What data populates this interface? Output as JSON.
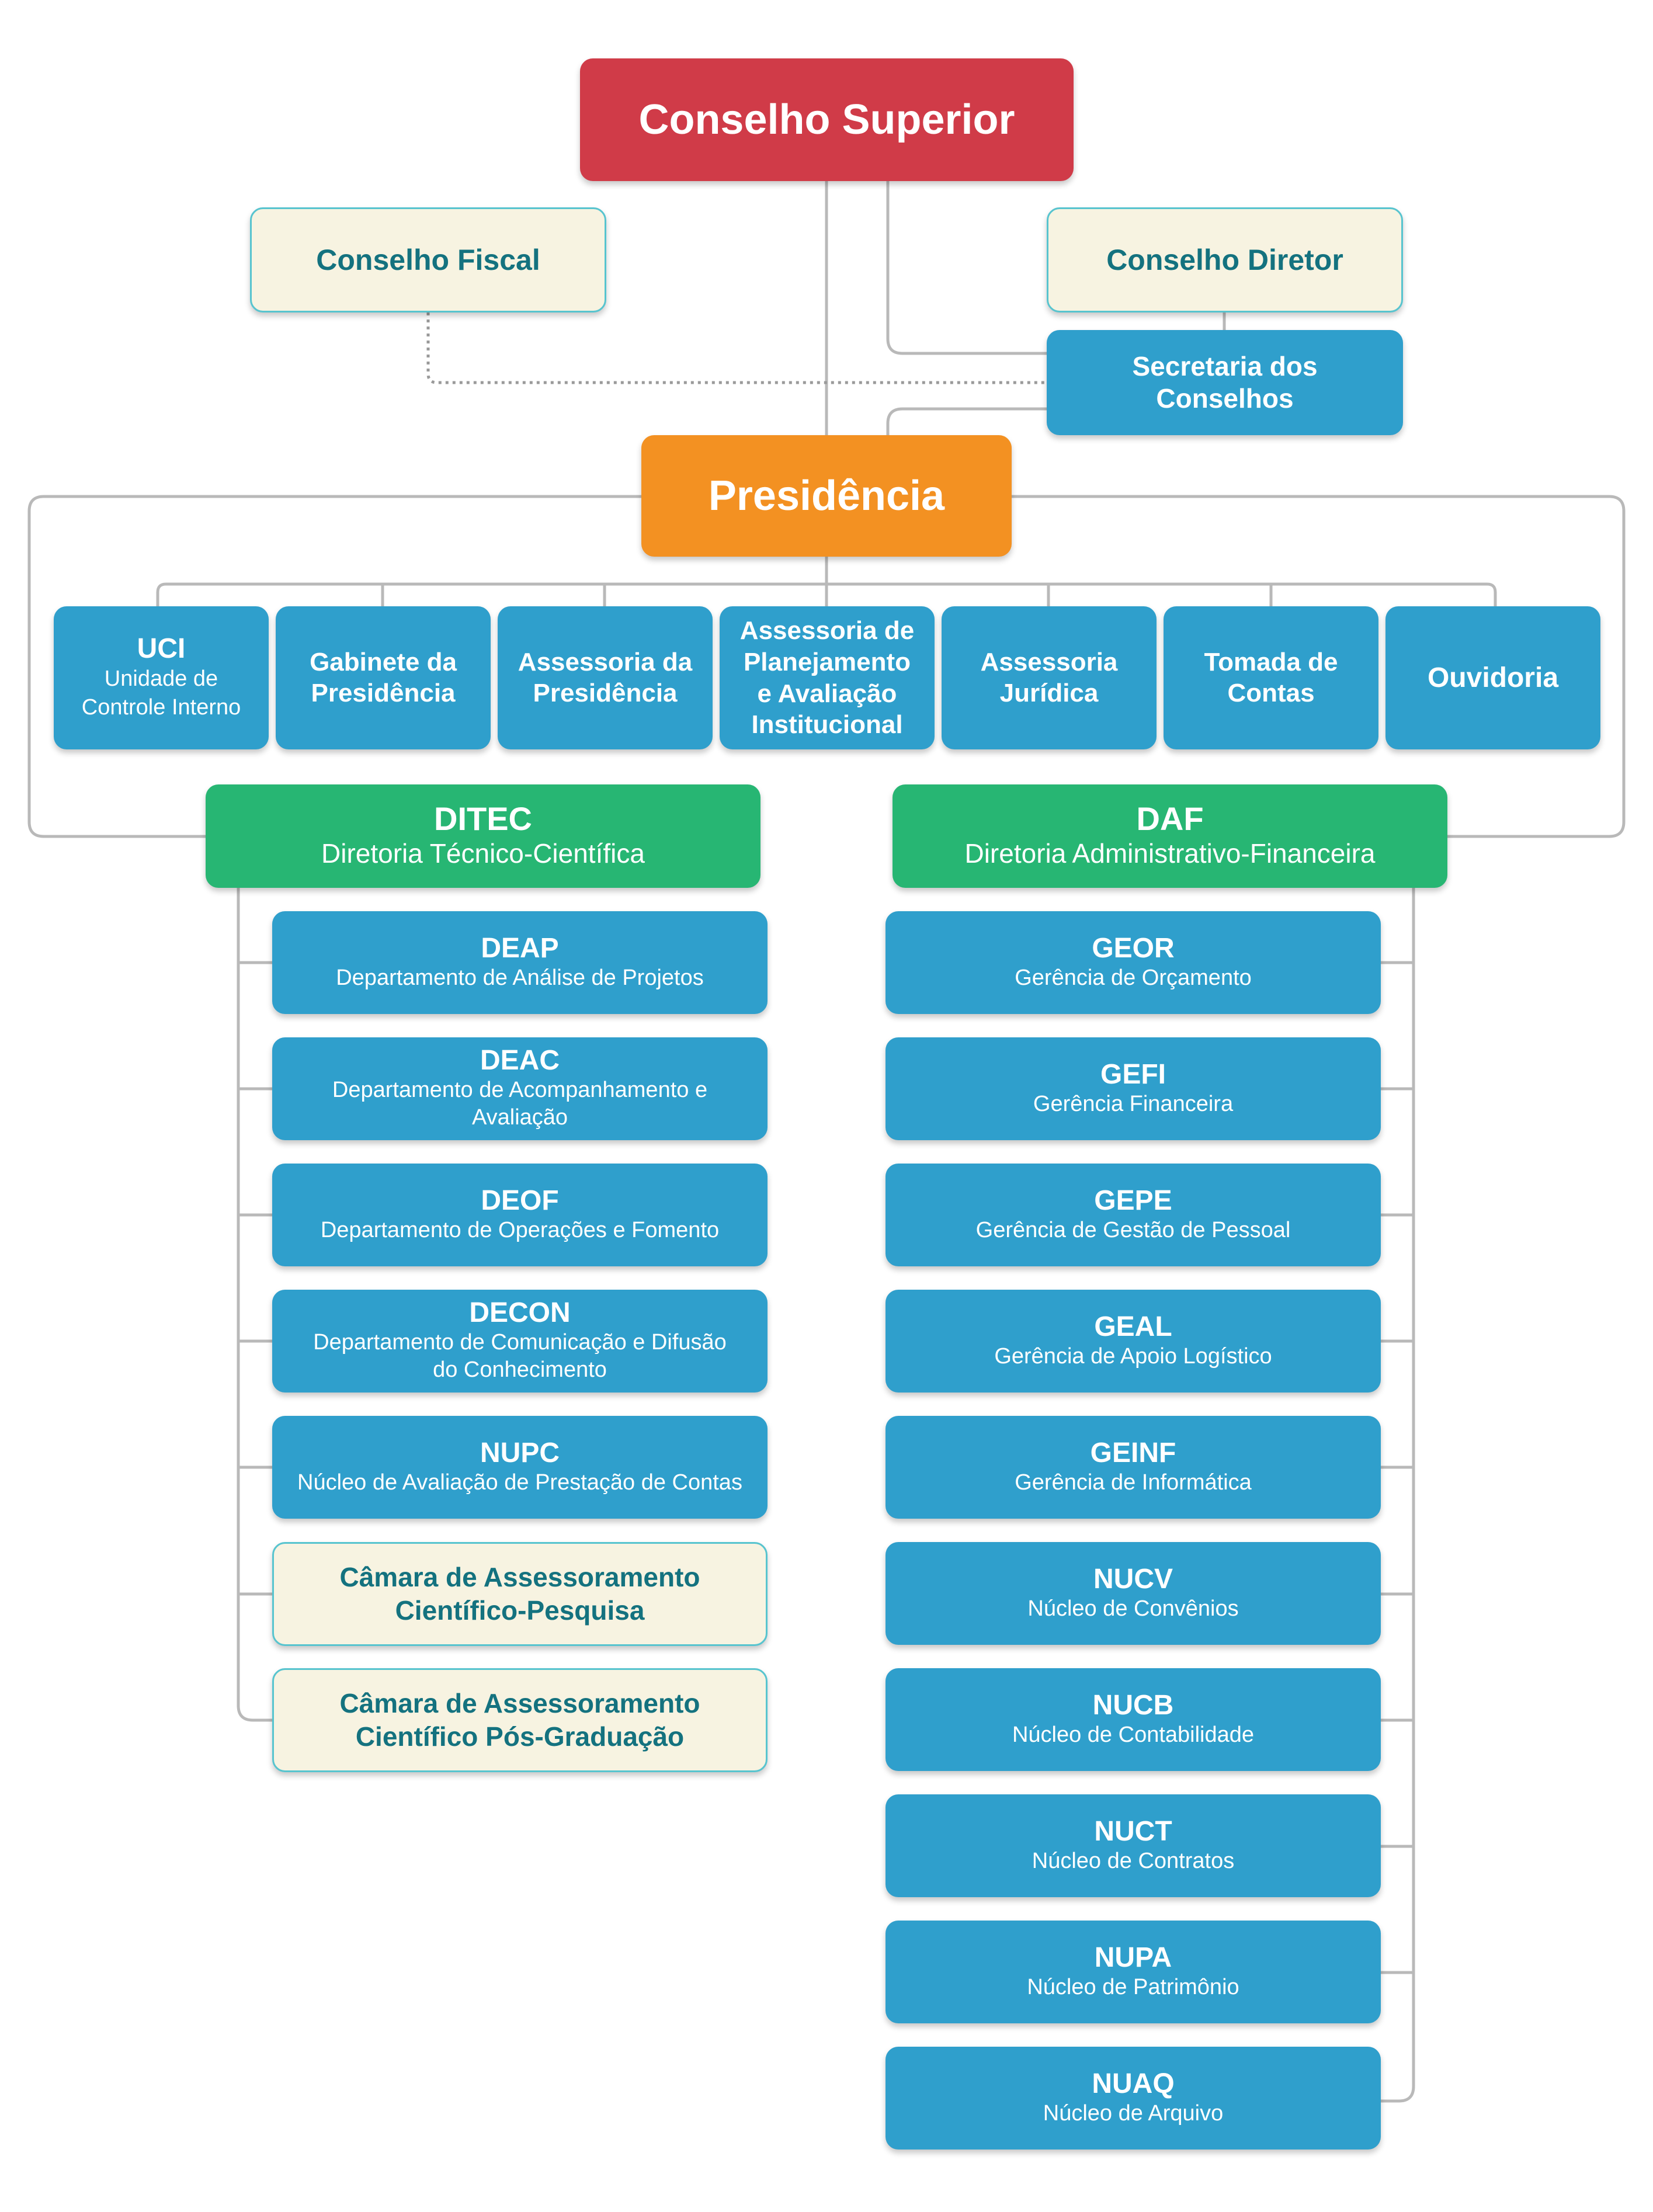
{
  "conselho_superior": "Conselho Superior",
  "conselho_fiscal": "Conselho Fiscal",
  "conselho_diretor": "Conselho Diretor",
  "secretaria": [
    "Secretaria dos",
    "Conselhos"
  ],
  "presidencia": "Presidência",
  "assessorias": [
    {
      "title": "UCI",
      "sub": [
        "Unidade de",
        "Controle Interno"
      ]
    },
    {
      "lines": [
        "Gabinete da",
        "Presidência"
      ]
    },
    {
      "lines": [
        "Assessoria da",
        "Presidência"
      ]
    },
    {
      "lines": [
        "Assessoria de",
        "Planejamento",
        "e Avaliação",
        "Institucional"
      ]
    },
    {
      "lines": [
        "Assessoria",
        "Jurídica"
      ]
    },
    {
      "lines": [
        "Tomada de",
        "Contas"
      ]
    },
    {
      "lines": [
        "Ouvidoria"
      ]
    }
  ],
  "ditec": {
    "code": "DITEC",
    "name": "Diretoria Técnico-Científica"
  },
  "daf": {
    "code": "DAF",
    "name": "Diretoria Administrativo-Financeira"
  },
  "ditec_units": [
    {
      "code": "DEAP",
      "name": [
        "Departamento de Análise de Projetos"
      ]
    },
    {
      "code": "DEAC",
      "name": [
        "Departamento de Acompanhamento e",
        "Avaliação"
      ]
    },
    {
      "code": "DEOF",
      "name": [
        "Departamento de Operações e Fomento"
      ]
    },
    {
      "code": "DECON",
      "name": [
        "Departamento de Comunicação e Difusão",
        "do Conhecimento"
      ]
    },
    {
      "code": "NUPC",
      "name": [
        "Núcleo de Avaliação de Prestação de Contas"
      ]
    }
  ],
  "camaras": [
    [
      "Câmara de Assessoramento",
      "Científico-Pesquisa"
    ],
    [
      "Câmara de Assessoramento",
      "Científico Pós-Graduação"
    ]
  ],
  "daf_units": [
    {
      "code": "GEOR",
      "name": "Gerência de Orçamento"
    },
    {
      "code": "GEFI",
      "name": "Gerência Financeira"
    },
    {
      "code": "GEPE",
      "name": "Gerência de Gestão de Pessoal"
    },
    {
      "code": "GEAL",
      "name": "Gerência de Apoio Logístico"
    },
    {
      "code": "GEINF",
      "name": "Gerência de Informática"
    },
    {
      "code": "NUCV",
      "name": "Núcleo de Convênios"
    },
    {
      "code": "NUCB",
      "name": "Núcleo de Contabilidade"
    },
    {
      "code": "NUCT",
      "name": "Núcleo de Contratos"
    },
    {
      "code": "NUPA",
      "name": "Núcleo de Patrimônio"
    },
    {
      "code": "NUAQ",
      "name": "Núcleo de Arquivo"
    }
  ],
  "colors": {
    "red": "#d03b48",
    "orange": "#f39122",
    "green": "#27b673",
    "blue": "#2f9fcc",
    "cream": "#f7f3e1",
    "cream_text": "#14727f",
    "line": "#b9b9b9"
  }
}
